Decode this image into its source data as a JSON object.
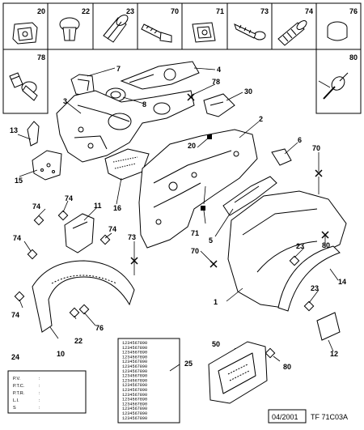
{
  "fastener_row": [
    {
      "num": "20",
      "name": "clip"
    },
    {
      "num": "22",
      "name": "push-rivet"
    },
    {
      "num": "23",
      "name": "expanding-rivet"
    },
    {
      "num": "70",
      "name": "screw"
    },
    {
      "num": "71",
      "name": "clip-nut"
    },
    {
      "num": "73",
      "name": "self-tapping-screw"
    },
    {
      "num": "74",
      "name": "ribbed-plug"
    },
    {
      "num": "76",
      "name": "cap-plug"
    }
  ],
  "side_boxes": {
    "left": "78",
    "right": "80"
  },
  "callouts": {
    "n1": "1",
    "n2": "2",
    "n3": "3",
    "n4": "4",
    "n5": "5",
    "n6": "6",
    "n7": "7",
    "n8": "8",
    "n10": "10",
    "n11": "11",
    "n12": "12",
    "n13": "13",
    "n14": "14",
    "n15": "15",
    "n16": "16",
    "n20": "20",
    "n22": "22",
    "n23a": "23",
    "n23b": "23",
    "n24": "24",
    "n25": "25",
    "n30": "30",
    "n50": "50",
    "n70a": "70",
    "n70b": "70",
    "n71": "71",
    "n73": "73",
    "n74a": "74",
    "n74b": "74",
    "n74c": "74",
    "n74d": "74",
    "n74e": "74",
    "n76": "76",
    "n78": "78",
    "n80": "80"
  },
  "paint_label": {
    "rows": [
      {
        "key": "P.V.",
        "val": ":"
      },
      {
        "key": "P.T.C.",
        "val": ":"
      },
      {
        "key": "P.T.R.",
        "val": ":"
      },
      {
        "key": "L.I.",
        "val": ":"
      },
      {
        "key": "S",
        "val": ":"
      }
    ]
  },
  "number_plate": {
    "digits": "1234567890",
    "rows": 17
  },
  "footer": {
    "date": "04/2001",
    "ref": "TF 71C03A"
  }
}
